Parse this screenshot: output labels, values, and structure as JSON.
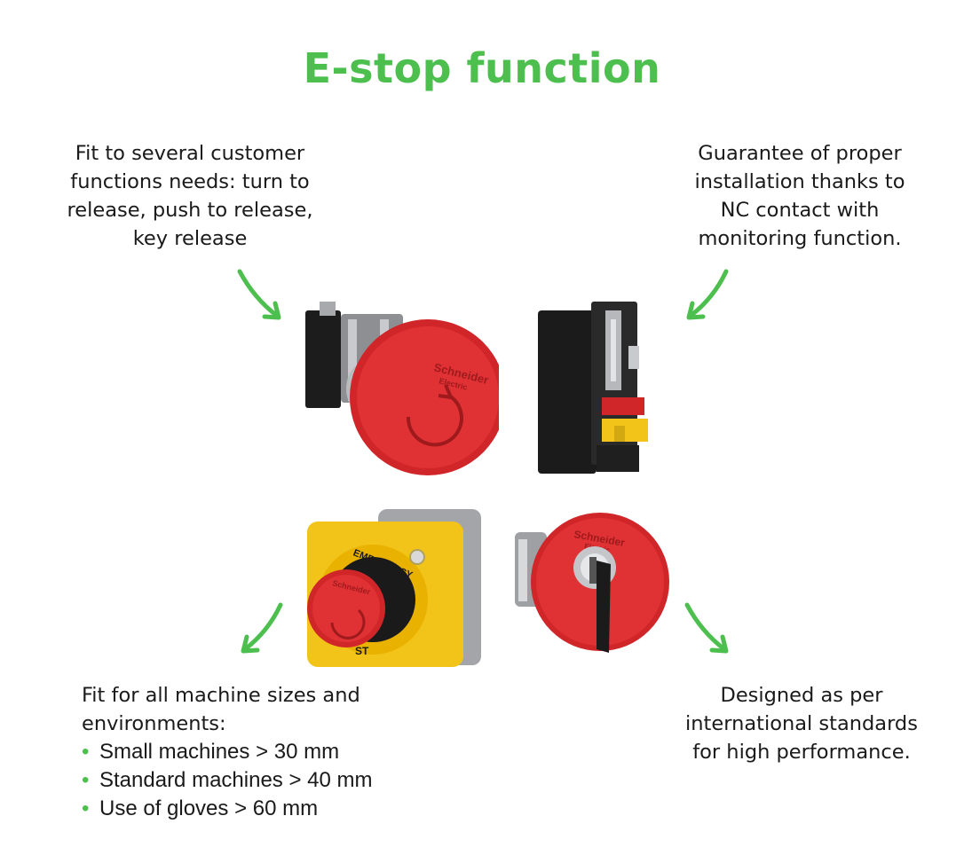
{
  "colors": {
    "accent": "#4dbf4e",
    "button_red": "#d0262a",
    "housing_yellow": "#f2c41a",
    "body_black": "#1b1b1b"
  },
  "title": "E-stop function",
  "captions": {
    "top_left": "Fit to several customer functions needs: turn to release, push to release, key release",
    "top_right": "Guarantee of proper installation thanks to NC contact with monitoring function.",
    "bottom_left_heading": "Fit for all machine sizes and environments:",
    "bottom_left_bullets": [
      "Small machines > 30 mm",
      "Standard machines > 40 mm",
      "Use of gloves > 60 mm"
    ],
    "bottom_right": "Designed as per international standards for high performance."
  },
  "products": {
    "brand_top": "Schneider",
    "brand_bottom": "Electric",
    "label_emergency": "EMERGENCY",
    "label_stop": "ST"
  }
}
